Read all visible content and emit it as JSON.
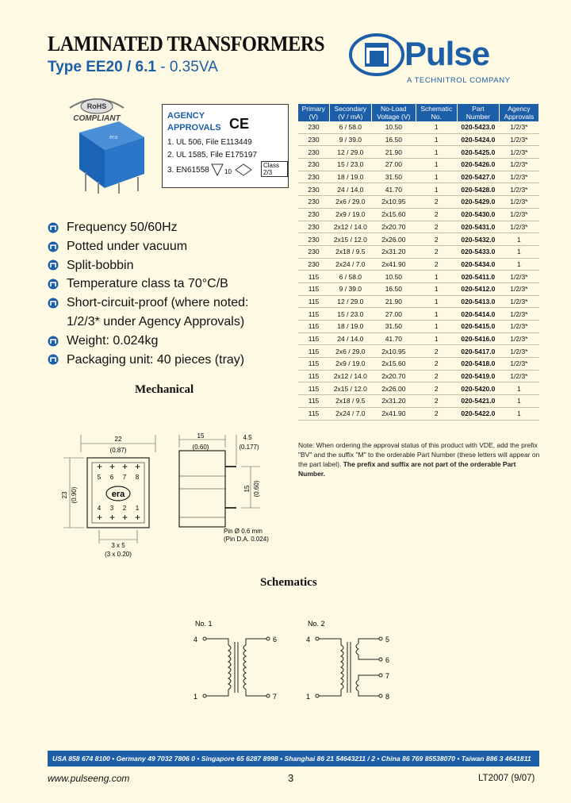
{
  "header": {
    "title": "LAMINATED TRANSFORMERS",
    "subtitle_bold": "Type EE20 / 6.1",
    "subtitle_rest": " - 0.35VA",
    "logo_word": "Pulse",
    "logo_tagline": "A TECHNITROL COMPANY"
  },
  "rohs_badge": "COMPLIANT",
  "agency": {
    "heading_1": "AGENCY",
    "heading_2": "APPROVALS",
    "ce_mark": "CE",
    "lines": [
      "1. UL 506, File E113449",
      "2. UL 1585, File E175197",
      "3. EN61558"
    ],
    "class_badge": "Class 2/3"
  },
  "features": [
    "Frequency 50/60Hz",
    "Potted under vacuum",
    "Split-bobbin",
    "Temperature class ta 70°C/B",
    "Short-circuit-proof (where noted:",
    "1/2/3* under Agency Approvals)",
    "Weight: 0.024kg",
    "Packaging unit: 40 pieces (tray)"
  ],
  "sections": {
    "mechanical": "Mechanical",
    "schematics": "Schematics"
  },
  "table": {
    "headers": [
      [
        "Primary",
        "(V)"
      ],
      [
        "Secondary",
        "(V / mA)"
      ],
      [
        "No-Load",
        "Voltage (V)"
      ],
      [
        "Schematic",
        "No."
      ],
      [
        "Part",
        "Number"
      ],
      [
        "Agency",
        "Approvals"
      ]
    ],
    "rows": [
      [
        "230",
        "6 / 58.0",
        "10.50",
        "1",
        "020-5423.0",
        "1/2/3*"
      ],
      [
        "230",
        "9 / 39.0",
        "16.50",
        "1",
        "020-5424.0",
        "1/2/3*"
      ],
      [
        "230",
        "12 / 29.0",
        "21.90",
        "1",
        "020-5425.0",
        "1/2/3*"
      ],
      [
        "230",
        "15 / 23.0",
        "27.00",
        "1",
        "020-5426.0",
        "1/2/3*"
      ],
      [
        "230",
        "18 / 19.0",
        "31.50",
        "1",
        "020-5427.0",
        "1/2/3*"
      ],
      [
        "230",
        "24 / 14.0",
        "41.70",
        "1",
        "020-5428.0",
        "1/2/3*"
      ],
      [
        "230",
        "2x6 / 29.0",
        "2x10.95",
        "2",
        "020-5429.0",
        "1/2/3*"
      ],
      [
        "230",
        "2x9 / 19.0",
        "2x15.60",
        "2",
        "020-5430.0",
        "1/2/3*"
      ],
      [
        "230",
        "2x12 / 14.0",
        "2x20.70",
        "2",
        "020-5431.0",
        "1/2/3*"
      ],
      [
        "230",
        "2x15 / 12.0",
        "2x26.00",
        "2",
        "020-5432.0",
        "1"
      ],
      [
        "230",
        "2x18 / 9.5",
        "2x31.20",
        "2",
        "020-5433.0",
        "1"
      ],
      [
        "230",
        "2x24 / 7.0",
        "2x41.90",
        "2",
        "020-5434.0",
        "1"
      ],
      [
        "115",
        "6 / 58.0",
        "10.50",
        "1",
        "020-5411.0",
        "1/2/3*"
      ],
      [
        "115",
        "9 / 39.0",
        "16.50",
        "1",
        "020-5412.0",
        "1/2/3*"
      ],
      [
        "115",
        "12 / 29.0",
        "21.90",
        "1",
        "020-5413.0",
        "1/2/3*"
      ],
      [
        "115",
        "15 / 23.0",
        "27.00",
        "1",
        "020-5414.0",
        "1/2/3*"
      ],
      [
        "115",
        "18 / 19.0",
        "31.50",
        "1",
        "020-5415.0",
        "1/2/3*"
      ],
      [
        "115",
        "24 / 14.0",
        "41.70",
        "1",
        "020-5416.0",
        "1/2/3*"
      ],
      [
        "115",
        "2x6 / 29.0",
        "2x10.95",
        "2",
        "020-5417.0",
        "1/2/3*"
      ],
      [
        "115",
        "2x9 / 19.0",
        "2x15.60",
        "2",
        "020-5418.0",
        "1/2/3*"
      ],
      [
        "115",
        "2x12 / 14.0",
        "2x20.70",
        "2",
        "020-5419.0",
        "1/2/3*"
      ],
      [
        "115",
        "2x15 / 12.0",
        "2x26.00",
        "2",
        "020-5420.0",
        "1"
      ],
      [
        "115",
        "2x18 / 9.5",
        "2x31.20",
        "2",
        "020-5421.0",
        "1"
      ],
      [
        "115",
        "2x24 / 7.0",
        "2x41.90",
        "2",
        "020-5422.0",
        "1"
      ]
    ]
  },
  "note": {
    "text": "Note: When ordering the approval status of this product with VDE, add the prefix \"BV\" and the suffix \"M\" to the orderable Part Number (these letters will appear on the part label).",
    "bold": " The prefix and suffix are not part of the orderable Part Number."
  },
  "mechanical": {
    "width_mm": "22",
    "width_in": "(0.87)",
    "height_mm": "23",
    "height_in": "(0.90)",
    "depth_mm": "15",
    "depth_in": "(0.60)",
    "pin_offset_mm": "4.5",
    "pin_offset_in": "(0.177)",
    "side_mm": "15",
    "side_in": "(0.60)",
    "pitch_mm": "3 x 5",
    "pitch_in": "(3 x 0.20)",
    "pin_note_1": "Pin Ø 0.6 mm",
    "pin_note_2": "(Pin D.A. 0.024)",
    "pins_top": [
      "5",
      "6",
      "7",
      "8"
    ],
    "pins_bottom": [
      "4",
      "3",
      "2",
      "1"
    ],
    "marking": "era"
  },
  "schematics": {
    "s1": {
      "label": "No. 1",
      "pins": [
        "4",
        "1",
        "6",
        "7"
      ]
    },
    "s2": {
      "label": "No. 2",
      "pins": [
        "4",
        "1",
        "5",
        "6",
        "7",
        "8"
      ]
    }
  },
  "footer": {
    "contacts": "USA 858 674 8100  •  Germany 49 7032 7806 0  •  Singapore 65 6287 8998  •  Shanghai 86 21 54643211 / 2  •  China 86 769 85538070  •  Taiwan 886 3 4641811",
    "url": "www.pulseeng.com",
    "page": "3",
    "code": "LT2007 (9/07)"
  },
  "colors": {
    "accent": "#1d5ea8",
    "background": "#fdf9e3"
  }
}
